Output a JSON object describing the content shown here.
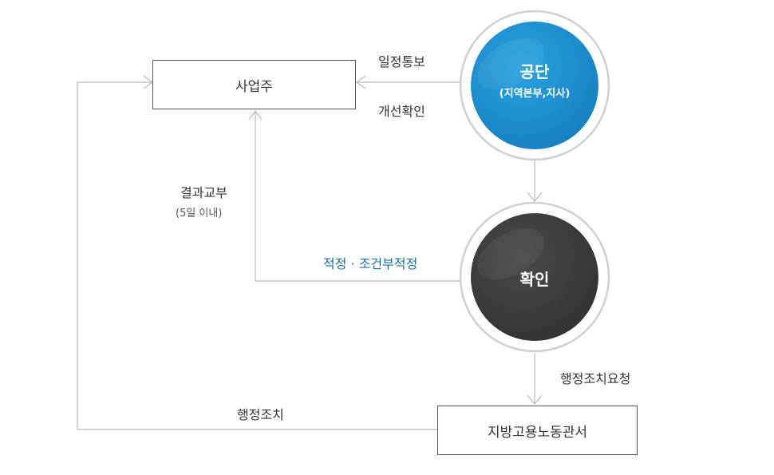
{
  "nodes": {
    "employer": "사업주",
    "agency_title": "공단",
    "agency_subtitle": "(지역본부,지사)",
    "confirm": "확인",
    "labor_office": "지방고용노동관서"
  },
  "edges": {
    "schedule_notice": "일정통보",
    "improvement_check": "개선확인",
    "result_delivery": "결과교부",
    "result_delivery_note": "(5일 이내)",
    "adequate": "적정 · 조건부적정",
    "admin_action_request": "행정조치요청",
    "admin_action": "행정조치"
  },
  "colors": {
    "agency_fill": "#1a8fd0",
    "confirm_fill": "#3a3a3a",
    "accent_text": "#1f6fa8",
    "line": "#bbbbbb"
  }
}
